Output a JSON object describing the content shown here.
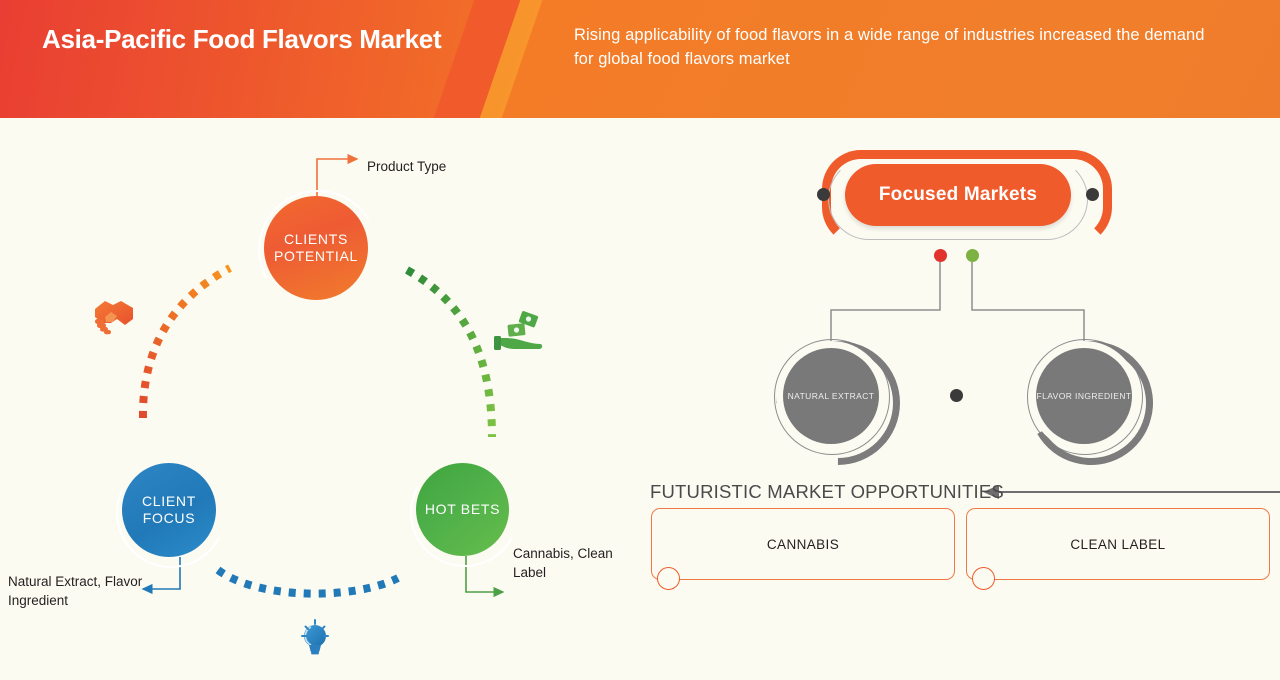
{
  "header": {
    "title": "Asia-Pacific Food Flavors Market",
    "subtitle": "Rising applicability of food flavors in a wide range of industries increased the demand for global food flavors market"
  },
  "left_cluster": {
    "nodes": [
      {
        "id": "clients-potential",
        "label": "CLIENTS POTENTIAL",
        "color": "#EE5B34"
      },
      {
        "id": "client-focus",
        "label": "CLIENT FOCUS",
        "color": "#2179B8"
      },
      {
        "id": "hot-bets",
        "label": "HOT BETS",
        "color": "#4FB04A"
      }
    ],
    "callouts": [
      {
        "id": "product-type",
        "text": "Product Type",
        "from": "clients-potential",
        "color": "#F0713C"
      },
      {
        "id": "client-focus-callout",
        "text": "Natural Extract, Flavor Ingredient",
        "from": "client-focus",
        "color": "#2179B8"
      },
      {
        "id": "hot-bets-callout",
        "text": "Cannabis, Clean Label",
        "from": "hot-bets",
        "color": "#4FA045"
      }
    ],
    "icons": [
      {
        "id": "handshake-icon",
        "color": "#EF6E35"
      },
      {
        "id": "money-hand-icon",
        "color": "#4FA846"
      },
      {
        "id": "lightbulb-icon",
        "color": "#2F86C6"
      }
    ]
  },
  "right_panel": {
    "banner": {
      "label": "Focused Markets",
      "color": "#EF5B2B"
    },
    "status_dots": [
      {
        "id": "red-dot",
        "color": "#E0342C"
      },
      {
        "id": "green-dot",
        "color": "#7CB242"
      }
    ],
    "segments": [
      {
        "id": "natural-extract",
        "label": "NATURAL EXTRACT"
      },
      {
        "id": "flavor-ingredient",
        "label": "FLAVOR INGREDIENT"
      }
    ],
    "opportunities_title": "FUTURISTIC MARKET OPPORTUNITIES",
    "opportunities": [
      {
        "id": "cannabis",
        "label": "CANNABIS"
      },
      {
        "id": "clean-label",
        "label": "CLEAN LABEL"
      }
    ]
  },
  "theme": {
    "background": "#FCFBF2",
    "accent_orange": "#EF5B2B",
    "accent_red": "#E93E33",
    "accent_blue": "#2179B8",
    "accent_green": "#4FB04A",
    "accent_gray": "#797979"
  }
}
